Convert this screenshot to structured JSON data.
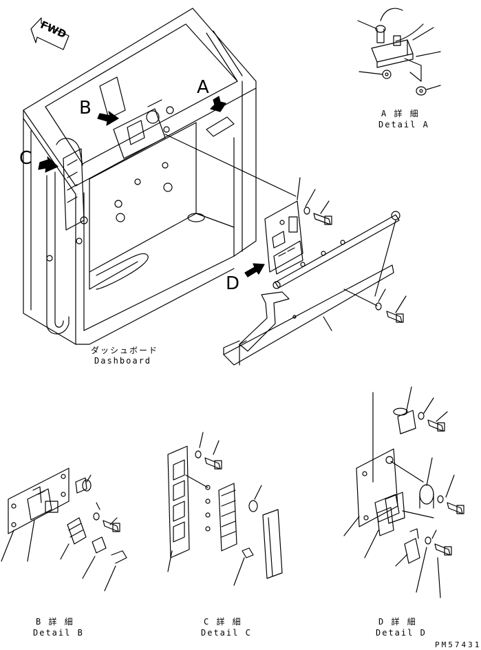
{
  "fwd_label": "FWD",
  "callouts": {
    "a": "A",
    "b": "B",
    "c": "C",
    "d": "D"
  },
  "dashboard": {
    "jp": "ダッシュボード",
    "en": "Dashboard"
  },
  "details": {
    "a": {
      "jp": "A 詳 細",
      "en": "Detail A"
    },
    "b": {
      "jp": "B 詳 細",
      "en": "Detail B"
    },
    "c": {
      "jp": "C 詳 細",
      "en": "Detail C"
    },
    "d": {
      "jp": "D 詳 細",
      "en": "Detail D"
    }
  },
  "drawing_code": "PM57431"
}
